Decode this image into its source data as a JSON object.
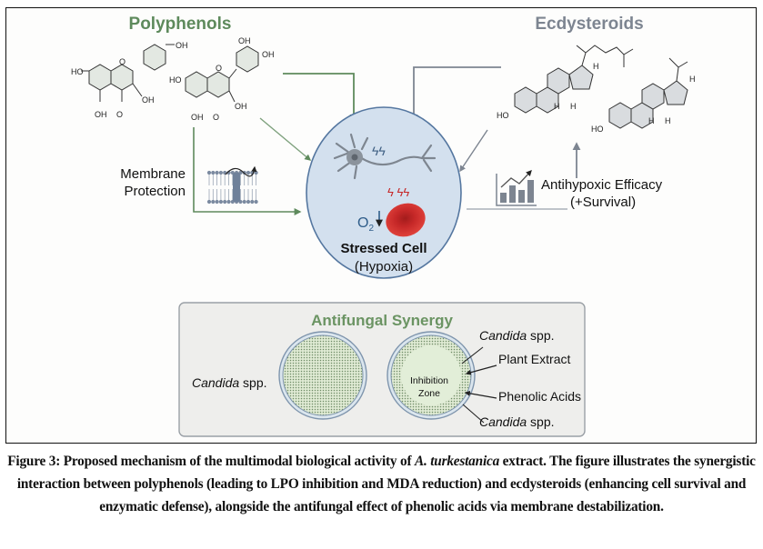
{
  "figure": {
    "polyphenols": {
      "title": "Polyphenols",
      "molecule_labels": {
        "ho": "HO",
        "oh": "OH",
        "o": "O"
      }
    },
    "ecdysteroids": {
      "title": "Ecdysteroids",
      "molecule_labels": {
        "ho": "HO",
        "h": "H"
      }
    },
    "membrane_protection": {
      "line1": "Membrane",
      "line2": "Protection"
    },
    "stressed_cell": {
      "title": "Stressed Cell",
      "subtitle": "(Hypoxia)",
      "o2_label": "O",
      "o2_sub": "2"
    },
    "antihypoxic": {
      "line1": "Antihypoxic Efficacy",
      "line2": "(+Survival)"
    },
    "antifungal": {
      "title": "Antifungal Synergy",
      "left_label_italic": "Candida",
      "left_label_rest": " spp.",
      "inhibition_line1": "Inhibition",
      "inhibition_line2": "Zone",
      "callouts": [
        {
          "italic": "Candida",
          "rest": " spp."
        },
        {
          "italic": "",
          "rest": "Plant Extract"
        },
        {
          "italic": "",
          "rest": "Phenolic Acids"
        },
        {
          "italic": "Candida",
          "rest": " spp."
        }
      ]
    },
    "colors": {
      "green": "#5e8a5c",
      "gray": "#7d8591",
      "cell_fill": "#d3e0ee",
      "cell_stroke": "#5577a0",
      "rbc": "#c62828",
      "dish_fill": "#e2eed8",
      "panel_fill": "#eeeeec"
    }
  },
  "caption": {
    "prefix": "Figure 3: Proposed mechanism of the multimodal biological activity of ",
    "italic": "A. turkestanica",
    "suffix": " extract. The figure illustrates the synergistic interaction between polyphenols (leading to LPO inhibition and MDA reduction) and ecdysteroids (enhancing cell survival and enzymatic defense), alongside the antifungal effect of phenolic acids via membrane destabilization."
  }
}
